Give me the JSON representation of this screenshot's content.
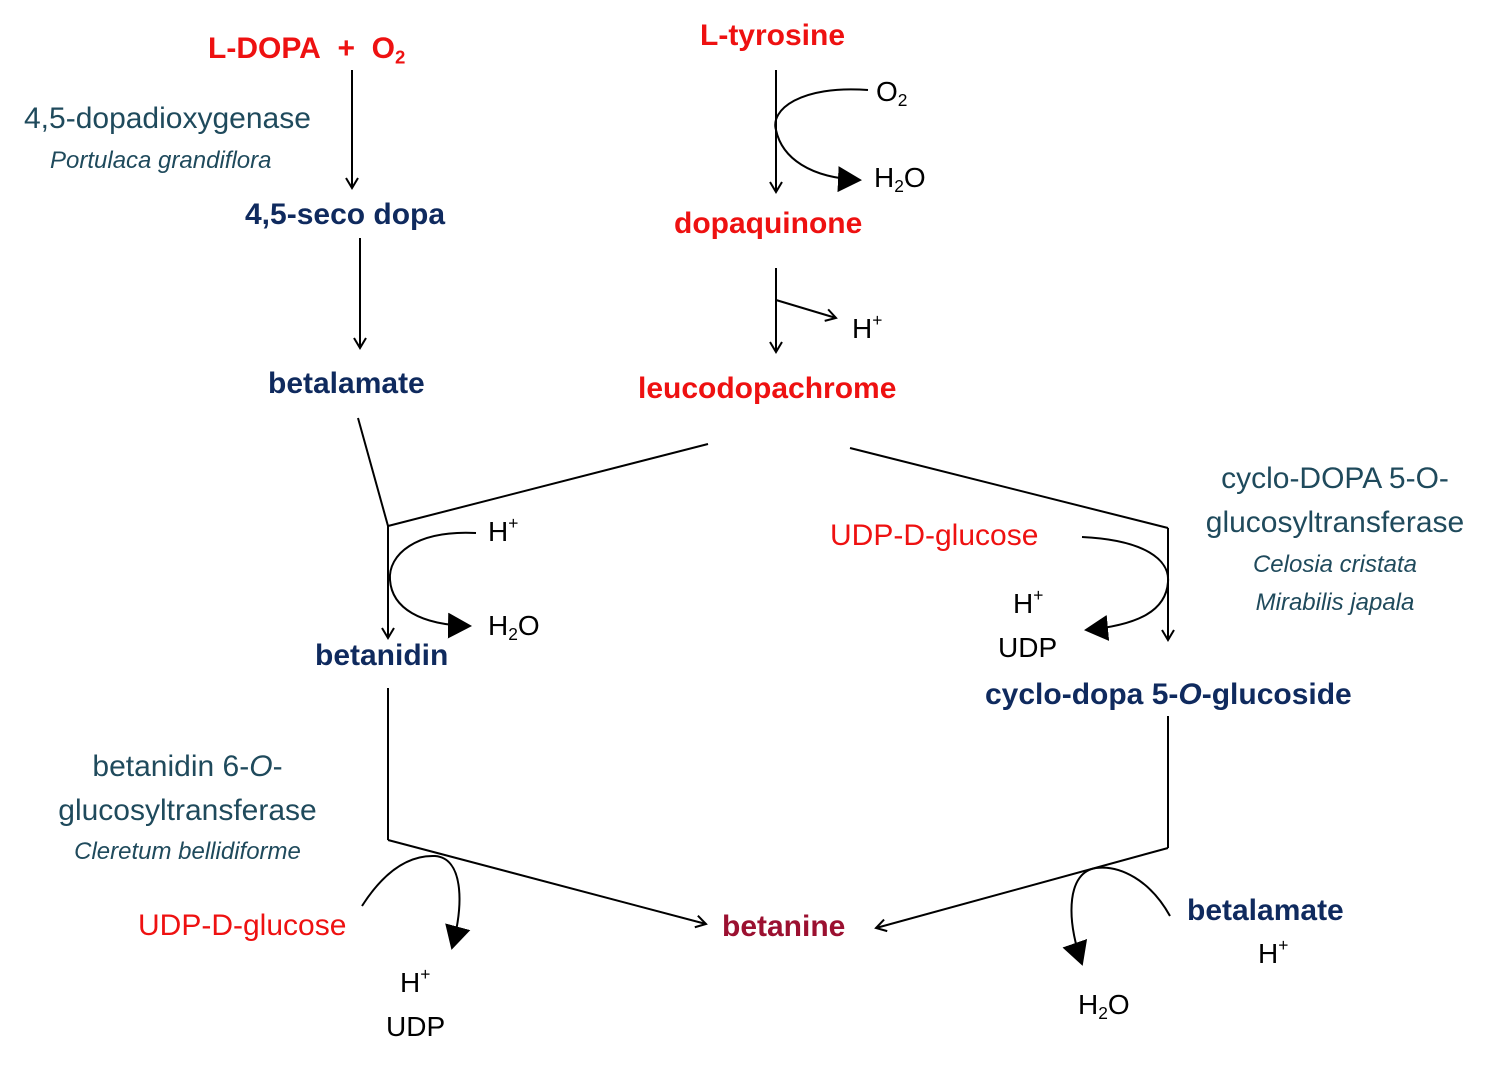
{
  "compounds": {
    "ldopa": "L-DOPA",
    "plus": "+",
    "o2_o": "O",
    "o2_2": "2",
    "l_tyrosine": "L-tyrosine",
    "seco_dopa": "4,5-seco dopa",
    "dopaquinone": "dopaquinone",
    "betalamate_left": "betalamate",
    "leucodopachrome": "leucodopachrome",
    "betanidin": "betanidin",
    "cyclo_dopa_glucoside_a": "cyclo-dopa 5-",
    "cyclo_dopa_glucoside_o": "O",
    "cyclo_dopa_glucoside_b": "-glucoside",
    "betanine": "betanine",
    "betalamate_right": "betalamate"
  },
  "enzymes": {
    "dopadioxygenase": "4,5-dopadioxygenase",
    "portulaca": "Portulaca grandiflora",
    "cyclo_gt_line1": "cyclo-DOPA 5-O-",
    "cyclo_gt_line2": "glucosyltransferase",
    "celosia": "Celosia cristata",
    "mirabilis": "Mirabilis japala",
    "betanidin_gt_a": "betanidin 6-",
    "betanidin_gt_o": "O",
    "betanidin_gt_b": "-",
    "betanidin_gt_line2": "glucosyltransferase",
    "cleretum": "Cleretum bellidiforme"
  },
  "cofactors": {
    "o2_o": "O",
    "o2_2": "2",
    "h2o_h": "H",
    "h2o_2": "2",
    "h2o_o": "O",
    "h": "H",
    "plus": "+",
    "udp_d_glucose": "UDP-D-glucose",
    "udp": "UDP"
  },
  "colors": {
    "red": "#ee1111",
    "navy": "#0f2a5e",
    "teal": "#1f4a5c",
    "maroon": "#9b1030",
    "line": "#000000"
  }
}
